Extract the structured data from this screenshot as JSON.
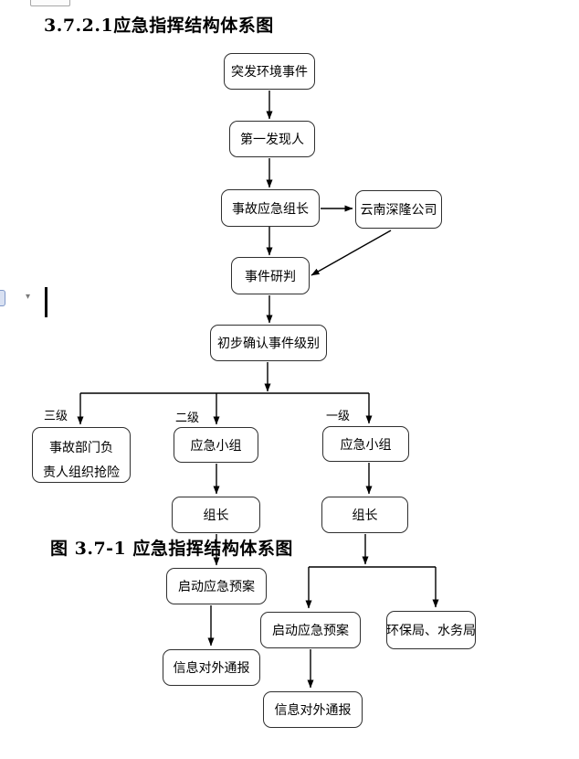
{
  "document": {
    "heading": "3.7.2.1应急指挥结构体系图",
    "figure_caption": "图 3.7-1 应急指挥结构体系图"
  },
  "flowchart": {
    "nodes": {
      "incident": "突发环境事件",
      "first_discoverer": "第一发现人",
      "accident_leader": "事故应急组长",
      "company": "云南深隆公司",
      "event_judgment": "事件研判",
      "confirm_level": "初步确认事件级别",
      "dept_head_line1": "事故部门负",
      "dept_head_line2": "责人组织抢险",
      "team_level2": "应急小组",
      "team_level1": "应急小组",
      "leader_level2": "组长",
      "leader_level1": "组长",
      "start_plan_level2": "启动应急预案",
      "start_plan_level1": "启动应急预案",
      "external_report_level2": "信息对外通报",
      "external_report_level1": "信息对外通报",
      "epa_water_bureau": "环保局、水务局"
    },
    "branch_labels": {
      "level3": "三级",
      "level2": "二级",
      "level1": "一级"
    }
  },
  "artifacts": {
    "smarttag_arrow_glyph": "▾"
  }
}
